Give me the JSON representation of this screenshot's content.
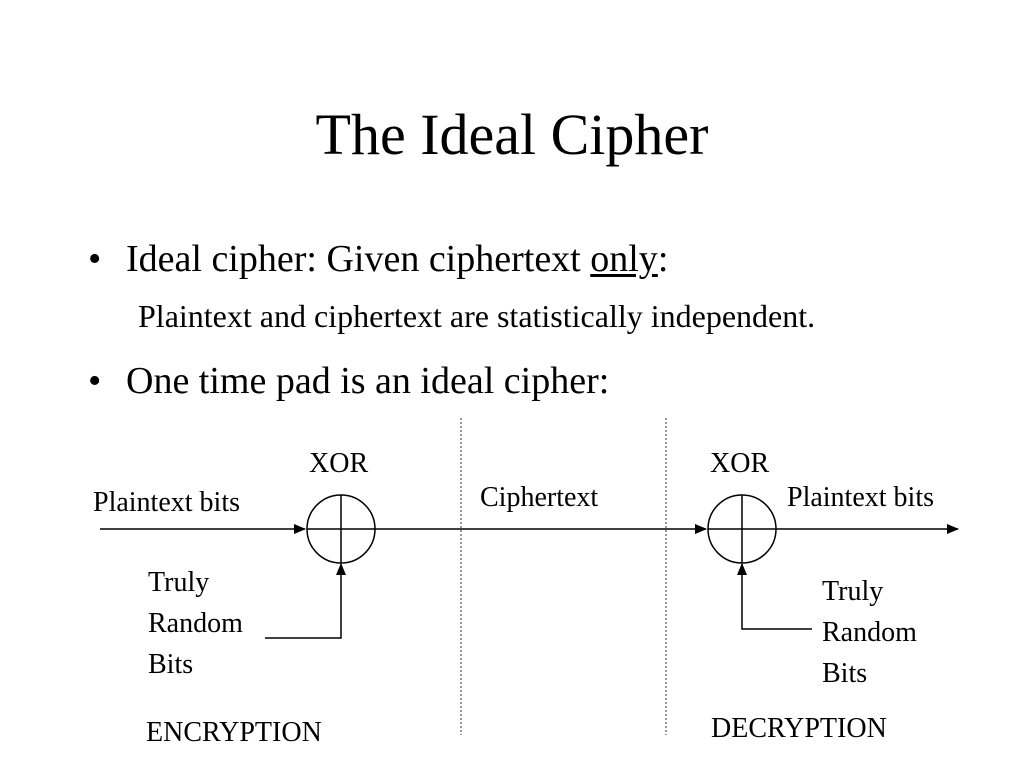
{
  "title": "The Ideal Cipher",
  "bullets": {
    "b1_bullet": "•",
    "b1_prefix": "Ideal cipher: Given ciphertext ",
    "b1_emph": "only",
    "b1_suffix": ":",
    "b1_sub": "Plaintext and ciphertext are statistically independent.",
    "b2_bullet": "•",
    "b2_text": "One time pad is an ideal cipher:"
  },
  "diagram": {
    "xor_left": "XOR",
    "xor_right": "XOR",
    "plain_in": "Plaintext bits",
    "ciphertext": "Ciphertext",
    "plain_out": "Plaintext bits",
    "random_left": [
      "Truly",
      "Random",
      "Bits"
    ],
    "random_right": [
      "Truly",
      "Random",
      "Bits"
    ],
    "encryption": "ENCRYPTION",
    "decryption": "DECRYPTION"
  }
}
